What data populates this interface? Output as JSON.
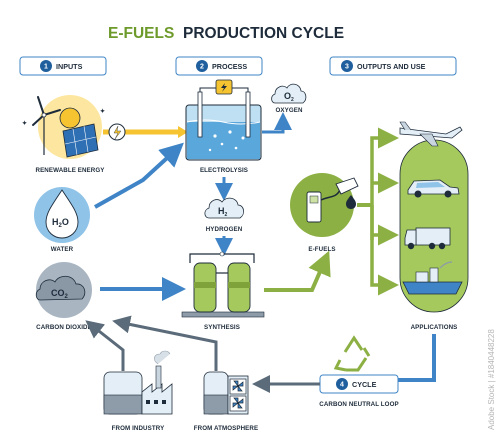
{
  "title": {
    "part1": "E-FUELS",
    "part2": "PRODUCTION CYCLE"
  },
  "headers": [
    {
      "num": "1",
      "label": "INPUTS"
    },
    {
      "num": "2",
      "label": "PROCESS"
    },
    {
      "num": "3",
      "label": "OUTPUTS AND USE"
    }
  ],
  "labels": {
    "renewable_energy": "RENEWABLE ENERGY",
    "water": "WATER",
    "carbon_dioxide": "CARBON DIOXIDE",
    "electrolysis": "ELECTROLYSIS",
    "oxygen": "OXYGEN",
    "hydrogen": "HYDROGEN",
    "synthesis": "SYNTHESIS",
    "e_fuels": "E-FUELS",
    "applications": "APPLICATIONS",
    "from_industry": "FROM INDUSTRY",
    "from_atmosphere": "FROM ATMOSPHERE",
    "carbon_neutral_loop": "CARBON NEUTRAL LOOP"
  },
  "chem": {
    "o2": "O",
    "o2_sub": "2",
    "h2o_h": "H",
    "h2o_2": "2",
    "h2o_o": "O",
    "h2": "H",
    "h2_sub": "2",
    "co2": "CO",
    "co2_sub": "2"
  },
  "cycle": {
    "num": "4",
    "label": "CYCLE"
  },
  "watermark": "Adobe Stock | #1840448228",
  "colors": {
    "green": "#8cb043",
    "blue": "#3f84c6",
    "dark": "#1d2b3a",
    "yellow": "#f6c331",
    "gray": "#8e9ba8"
  }
}
